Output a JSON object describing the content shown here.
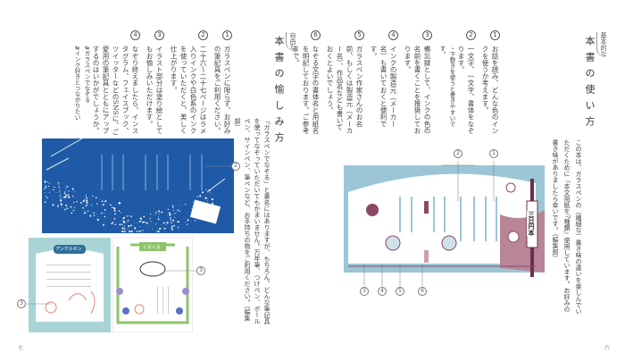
{
  "right_page": {
    "tag": "基本的な",
    "title": "本書の使い方",
    "intro": "この本は、ガラスペンの（繊細な）書き味の違いを楽しんでいただくために『本文用紙を7種類』使用しています。お好みの書き味がありましたら幸いです。（編集部）",
    "items": [
      {
        "num": "1",
        "text": "お話を読み、どんな色のインクを使うか考えます。"
      },
      {
        "num": "2",
        "text": "一文字、一文字、書体をなぞります。",
        "note": "・下敷きを使うと書きやすいです。"
      },
      {
        "num": "3",
        "text": "備忘録として、インクの色の名前を書くことを推奨しております。"
      },
      {
        "num": "4",
        "text": "インクの製造元（メーカー名）も書いておくと便利です。"
      },
      {
        "num": "5",
        "text": "ガラスペン作家さんのお名前、もしくは製造元（メーカー名）、作品名なども書いておくとよいでしょう。"
      },
      {
        "num": "6",
        "text": "なぞる文字の書体名と用紙名を明記しております。ご参考まで。"
      }
    ],
    "diagram_sign": "三日円本",
    "callouts": [
      "1",
      "2",
      "3",
      "4",
      "5",
      "6"
    ],
    "page_number": "六"
  },
  "left_page": {
    "tag": "自由な",
    "title": "本書の愉しみ方",
    "intro": "「ガラスペンでなぞる」と書名にはありますが、もちろん、どんな筆記具を使ってなぞっていただいてもかまいません。万年筆、つけペン、ボールペン、サインペン、筆ペンなど、お手持ちの物をご利用ください。（編集部）",
    "items": [
      {
        "num": "1",
        "text": "ガラスペンに限らず、お好みの筆記具をご利用ください。"
      },
      {
        "num": "2",
        "text": "二十六〜二十七ページはラメ入りインクや白色系のインクを使っていただくと、美しく仕上がります。"
      },
      {
        "num": "3",
        "text": "イラスト部分は塗り絵としてもお愉しみいただけます。"
      },
      {
        "num": "4",
        "text": "なぞり終えましたら、インスタグラム、フェイスブック、ツイッターなどのSNSに、ご愛用の筆記具とともにアップするのはいかがでしょうか。",
        "tags": [
          "#ガラスペンでなぞる",
          "#インク好きとつながりたい"
        ]
      }
    ],
    "sample_titles": [
      "アンデルセン",
      "くるくる"
    ],
    "callouts": [
      "2",
      "3",
      "3"
    ],
    "page_number": "七"
  },
  "colors": {
    "blue_page": "#1f5aa6",
    "teal_page": "#a9d4d6",
    "diagram_blue": "#9cc6d6",
    "maroon": "#8a4a63",
    "green": "#8cc46a"
  }
}
